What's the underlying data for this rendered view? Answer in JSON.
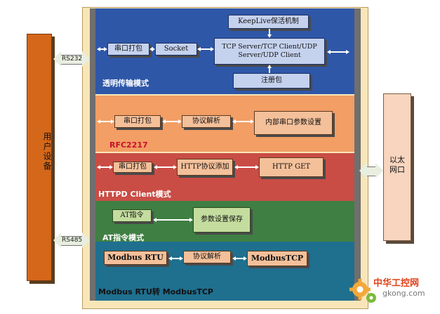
{
  "user_device": {
    "label": "用户设备"
  },
  "ethernet": {
    "label_line1": "以太",
    "label_line2": "网口"
  },
  "interfaces": {
    "rs232": "RS232",
    "rs485": "RS485"
  },
  "modes": {
    "transparent": {
      "title": "透明传输模式",
      "keeplive": "KeepLive保活机制",
      "serial_pack": "串口打包",
      "socket": "Socket",
      "tcp_line1": "TCP Server/TCP Client/UDP",
      "tcp_line2": "Server/UDP Client",
      "register": "注册包"
    },
    "rfc2217": {
      "title": "RFC2217",
      "serial_pack": "串口打包",
      "protocol_parse": "协议解析",
      "internal_params": "内部串口参数设置"
    },
    "httpd": {
      "title": "HTTPD Client模式",
      "serial_pack": "串口打包",
      "http_add": "HTTP协议添加",
      "http_get": "HTTP GET"
    },
    "at": {
      "title": "AT指令模式",
      "at_cmd": "AT指令",
      "param_save": "参数设置保存"
    },
    "modbus": {
      "title": "Modbus RTU转  ModbusTCP",
      "rtu": "Modbus RTU",
      "protocol_parse": "协议解析",
      "tcp": "ModbusTCP"
    }
  },
  "watermark": {
    "name": "中华工控网",
    "url": "gkong.com"
  },
  "colors": {
    "band_transparent": "#2f57a8",
    "band_rfc2217": "#f29e64",
    "band_httpd": "#c94d45",
    "band_at": "#3f7f43",
    "band_modbus": "#1f6f8f",
    "user_device": "#d4671a",
    "ethernet": "#f8d5bf"
  }
}
